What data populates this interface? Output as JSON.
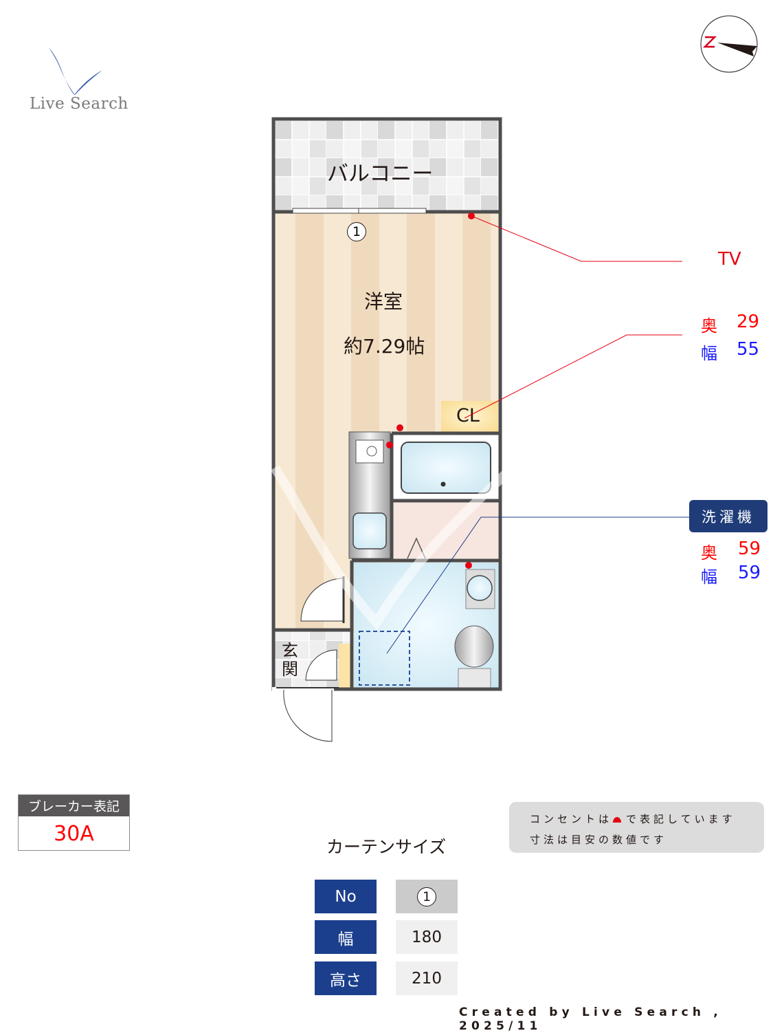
{
  "logo": {
    "text": "Live Search",
    "mark_color": "#3a5ea8"
  },
  "compass": {
    "north_label": "N"
  },
  "floorplan": {
    "balcony_label": "バルコニー",
    "window_marker": "1",
    "room_label": "洋室",
    "room_size": "約7.29帖",
    "closet_label": "CL",
    "entrance_label_top": "玄",
    "entrance_label_bottom": "関"
  },
  "callouts": {
    "tv": {
      "label": "TV"
    },
    "closet_dims": {
      "depth_label": "奥",
      "depth_value": "29",
      "width_label": "幅",
      "width_value": "55"
    },
    "washing_machine": {
      "label": "洗濯機",
      "depth_label": "奥",
      "depth_value": "59",
      "width_label": "幅",
      "width_value": "59"
    }
  },
  "breaker": {
    "header": "ブレーカー表記",
    "value": "30A"
  },
  "note": {
    "line1_before": "コンセントは",
    "line1_after": "で表記しています",
    "line2": "寸法は目安の数値です",
    "outlet_color": "#e60012"
  },
  "curtain": {
    "title": "カーテンサイズ",
    "rows": [
      {
        "label": "No",
        "value": "1"
      },
      {
        "label": "幅",
        "value": "180"
      },
      {
        "label": "高さ",
        "value": "210"
      }
    ]
  },
  "footer": {
    "credit": "Created by Live Search , 2025/11"
  },
  "colors": {
    "wall": "#4d4d4d",
    "navy": "#1b3f8c",
    "red": "#e60012",
    "blue": "#1a1aff"
  }
}
